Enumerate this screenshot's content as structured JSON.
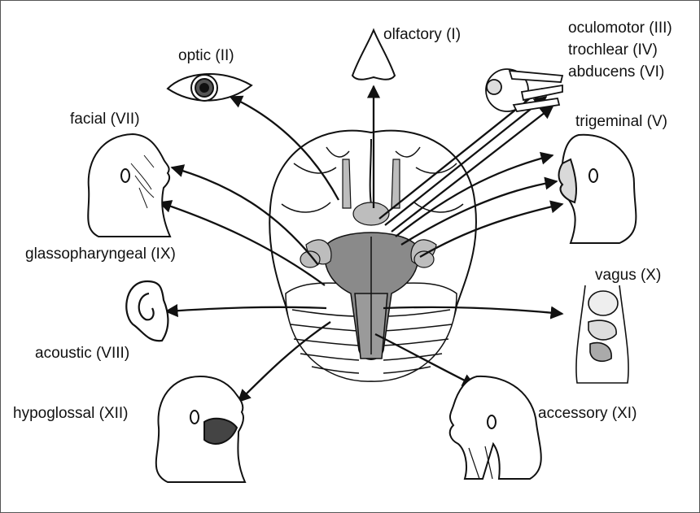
{
  "labels": {
    "olfactory": "olfactory (I)",
    "optic": "optic (II)",
    "oculomotor": "oculomotor (III)",
    "trochlear": "trochlear (IV)",
    "abducens": "abducens (VI)",
    "trigeminal": "trigeminal (V)",
    "facial": "facial (VII)",
    "glossopharyngeal": "glassopharyngeal (IX)",
    "vagus": "vagus (X)",
    "acoustic": "acoustic (VIII)",
    "hypoglossal": "hypoglossal  (XII)",
    "accessory": "accessory (XI)"
  },
  "colors": {
    "line": "#111111",
    "brainstem": "#8a8a8a",
    "nerve_gray": "#bdbdbd",
    "skin_highlight": "#d9d9d9"
  },
  "icons": [
    "brain-icon",
    "nose-icon",
    "eye-icon",
    "eyeball-muscles-icon",
    "head-profile-icon",
    "ear-icon",
    "viscera-icon",
    "neck-icon"
  ]
}
